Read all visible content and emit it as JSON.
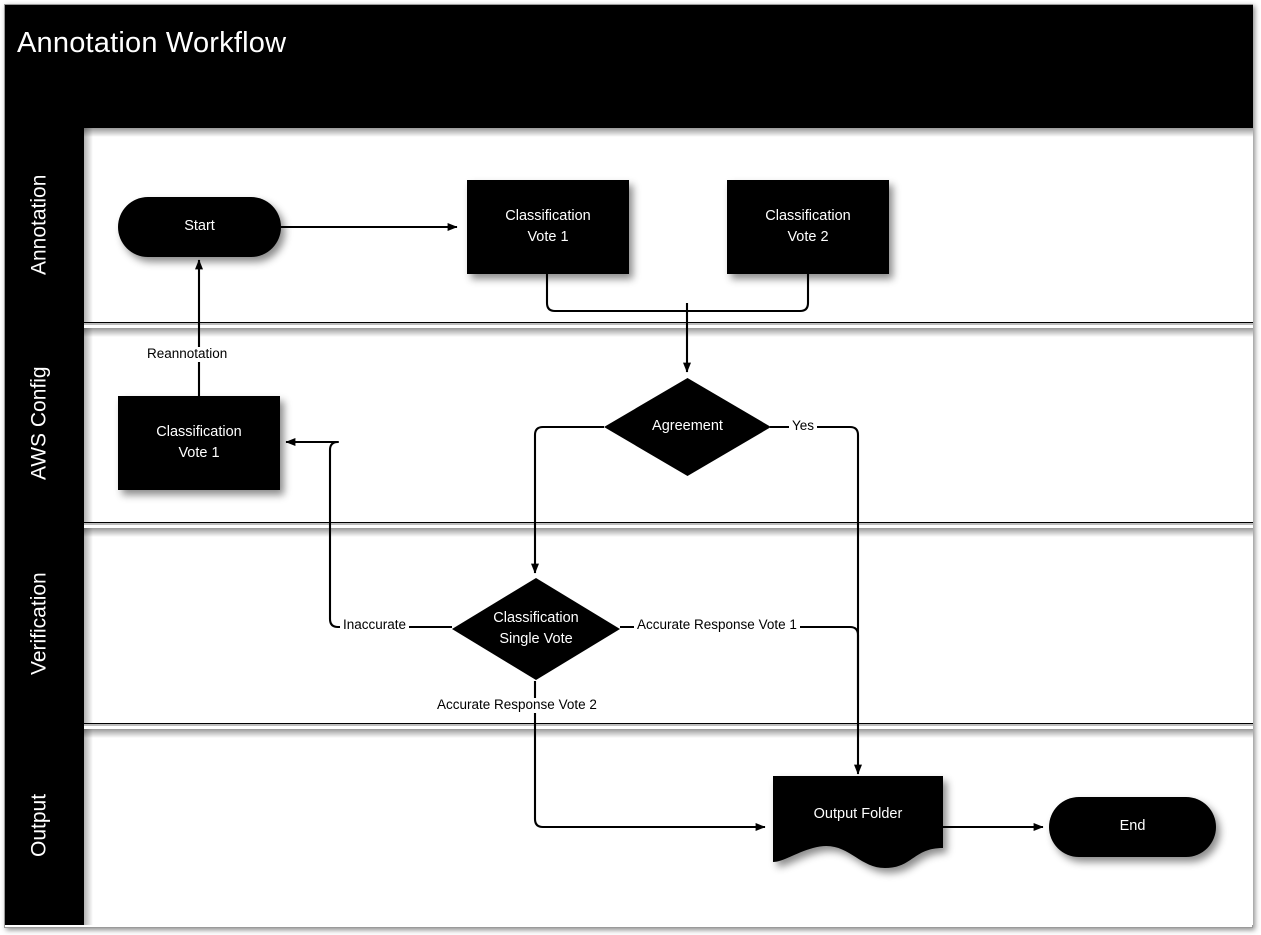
{
  "pool": {
    "title": "Annotation Workflow"
  },
  "lanes": [
    {
      "label": "Annotation"
    },
    {
      "label": "AWS Config"
    },
    {
      "label": "Verification"
    },
    {
      "label": "Output"
    }
  ],
  "nodes": {
    "start": {
      "label": "Start",
      "shape": "terminator",
      "lane": "Annotation"
    },
    "classify_vote1": {
      "label": "Classification\nVote 1",
      "shape": "process",
      "lane": "Annotation"
    },
    "classify_vote2": {
      "label": "Classification\nVote 2",
      "shape": "process",
      "lane": "Annotation"
    },
    "reannotate_vote1": {
      "label": "Classification\nVote 1",
      "shape": "process",
      "lane": "AWS Config"
    },
    "agreement": {
      "label": "Agreement",
      "shape": "decision",
      "lane": "AWS Config"
    },
    "single_vote": {
      "label": "Classification\nSingle Vote",
      "shape": "decision",
      "lane": "Verification"
    },
    "output_folder": {
      "label": "Output Folder",
      "shape": "document",
      "lane": "Output"
    },
    "end": {
      "label": "End",
      "shape": "terminator",
      "lane": "Output"
    }
  },
  "node_text": {
    "start": "Start",
    "classify_vote1_l1": "Classification",
    "classify_vote1_l2": "Vote 1",
    "classify_vote2_l1": "Classification",
    "classify_vote2_l2": "Vote 2",
    "reannotate_l1": "Classification",
    "reannotate_l2": "Vote 1",
    "agreement": "Agreement",
    "single_vote_l1": "Classification",
    "single_vote_l2": "Single Vote",
    "output_folder": "Output Folder",
    "end": "End"
  },
  "edges": [
    {
      "from": "start",
      "to": "classify_vote1",
      "label": ""
    },
    {
      "from": "classify_vote1",
      "to": "agreement",
      "label": ""
    },
    {
      "from": "classify_vote2",
      "to": "agreement",
      "label": ""
    },
    {
      "from": "agreement",
      "to": "output_folder",
      "label": "Yes"
    },
    {
      "from": "agreement",
      "to": "single_vote",
      "label": ""
    },
    {
      "from": "single_vote",
      "to": "reannotate_vote1",
      "label": "Inaccurate"
    },
    {
      "from": "single_vote",
      "to": "output_folder",
      "label": "Accurate Response Vote 1"
    },
    {
      "from": "single_vote",
      "to": "output_folder",
      "label": "Accurate Response Vote 2"
    },
    {
      "from": "reannotate_vote1",
      "to": "start",
      "label": "Reannotation"
    },
    {
      "from": "output_folder",
      "to": "end",
      "label": ""
    }
  ],
  "edge_labels": {
    "reannotation": "Reannotation",
    "yes": "Yes",
    "inaccurate": "Inaccurate",
    "accurate_vote1": "Accurate Response Vote 1",
    "accurate_vote2": "Accurate Response Vote 2"
  },
  "colors": {
    "node_fill": "#000000",
    "node_text": "#ffffff",
    "canvas": "#ffffff",
    "connector": "#000000",
    "lane_divider": "#000000",
    "frame": "#9a9a9a"
  }
}
